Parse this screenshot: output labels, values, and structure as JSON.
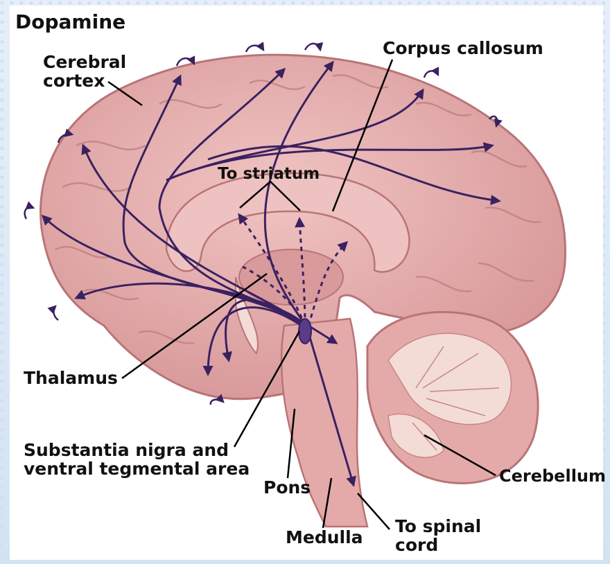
{
  "title": "Dopamine",
  "labels": {
    "cerebral_cortex": [
      "Cerebral",
      "cortex"
    ],
    "corpus_callosum": "Corpus callosum",
    "to_striatum": "To striatum",
    "thalamus": "Thalamus",
    "substantia_nigra": [
      "Substantia nigra and",
      "ventral tegmental area"
    ],
    "pons": "Pons",
    "medulla": "Medulla",
    "to_spinal_cord": [
      "To spinal",
      "cord"
    ],
    "cerebellum": "Cerebellum"
  },
  "colors": {
    "brain_fill": "#e8b3b1",
    "brain_shadow": "#c98486",
    "pathway": "#3a2160",
    "cerebellum_fill": "#f3dcd6",
    "background": "#dce9f6"
  }
}
